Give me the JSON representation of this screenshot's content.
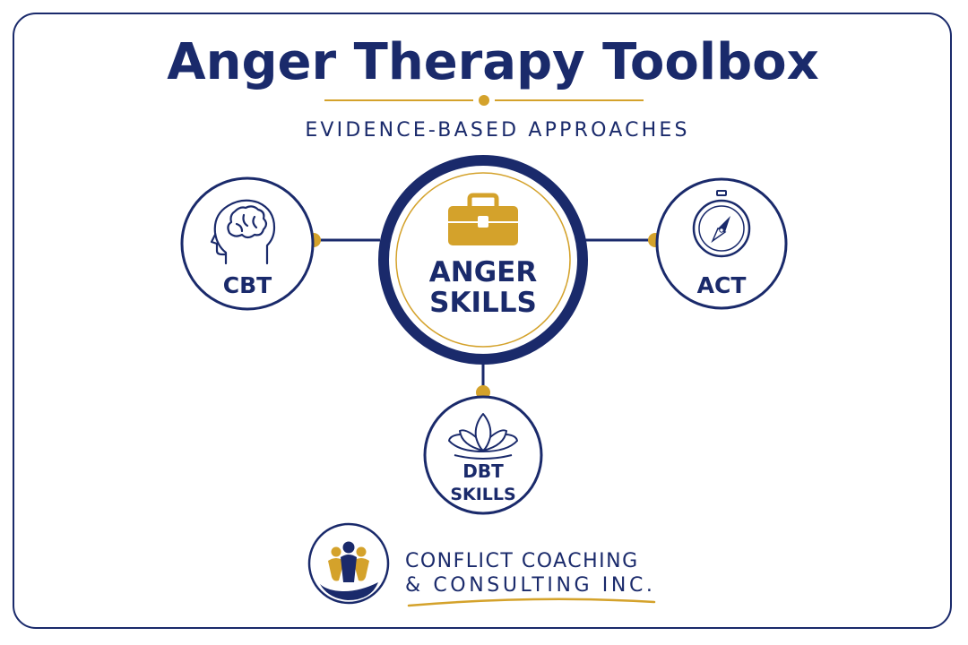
{
  "header": {
    "title": "Anger Therapy Toolbox",
    "subtitle": "EVIDENCE-BASED APPROACHES"
  },
  "center": {
    "label_line1": "ANGER",
    "label_line2": "SKILLS",
    "icon": "toolbox-icon"
  },
  "nodes": [
    {
      "id": "cbt",
      "label_line1": "CBT",
      "label_line2": "",
      "icon": "brain-head-icon"
    },
    {
      "id": "act",
      "label_line1": "ACT",
      "label_line2": "",
      "icon": "compass-icon"
    },
    {
      "id": "dbt",
      "label_line1": "DBT",
      "label_line2": "SKILLS",
      "icon": "lotus-icon"
    }
  ],
  "logo": {
    "line1": "CONFLICT COACHING",
    "line2": "& CONSULTING INC.",
    "icon": "people-in-hand-icon"
  },
  "colors": {
    "navy": "#1a2a6b",
    "gold": "#d4a22b",
    "background": "#ffffff"
  }
}
